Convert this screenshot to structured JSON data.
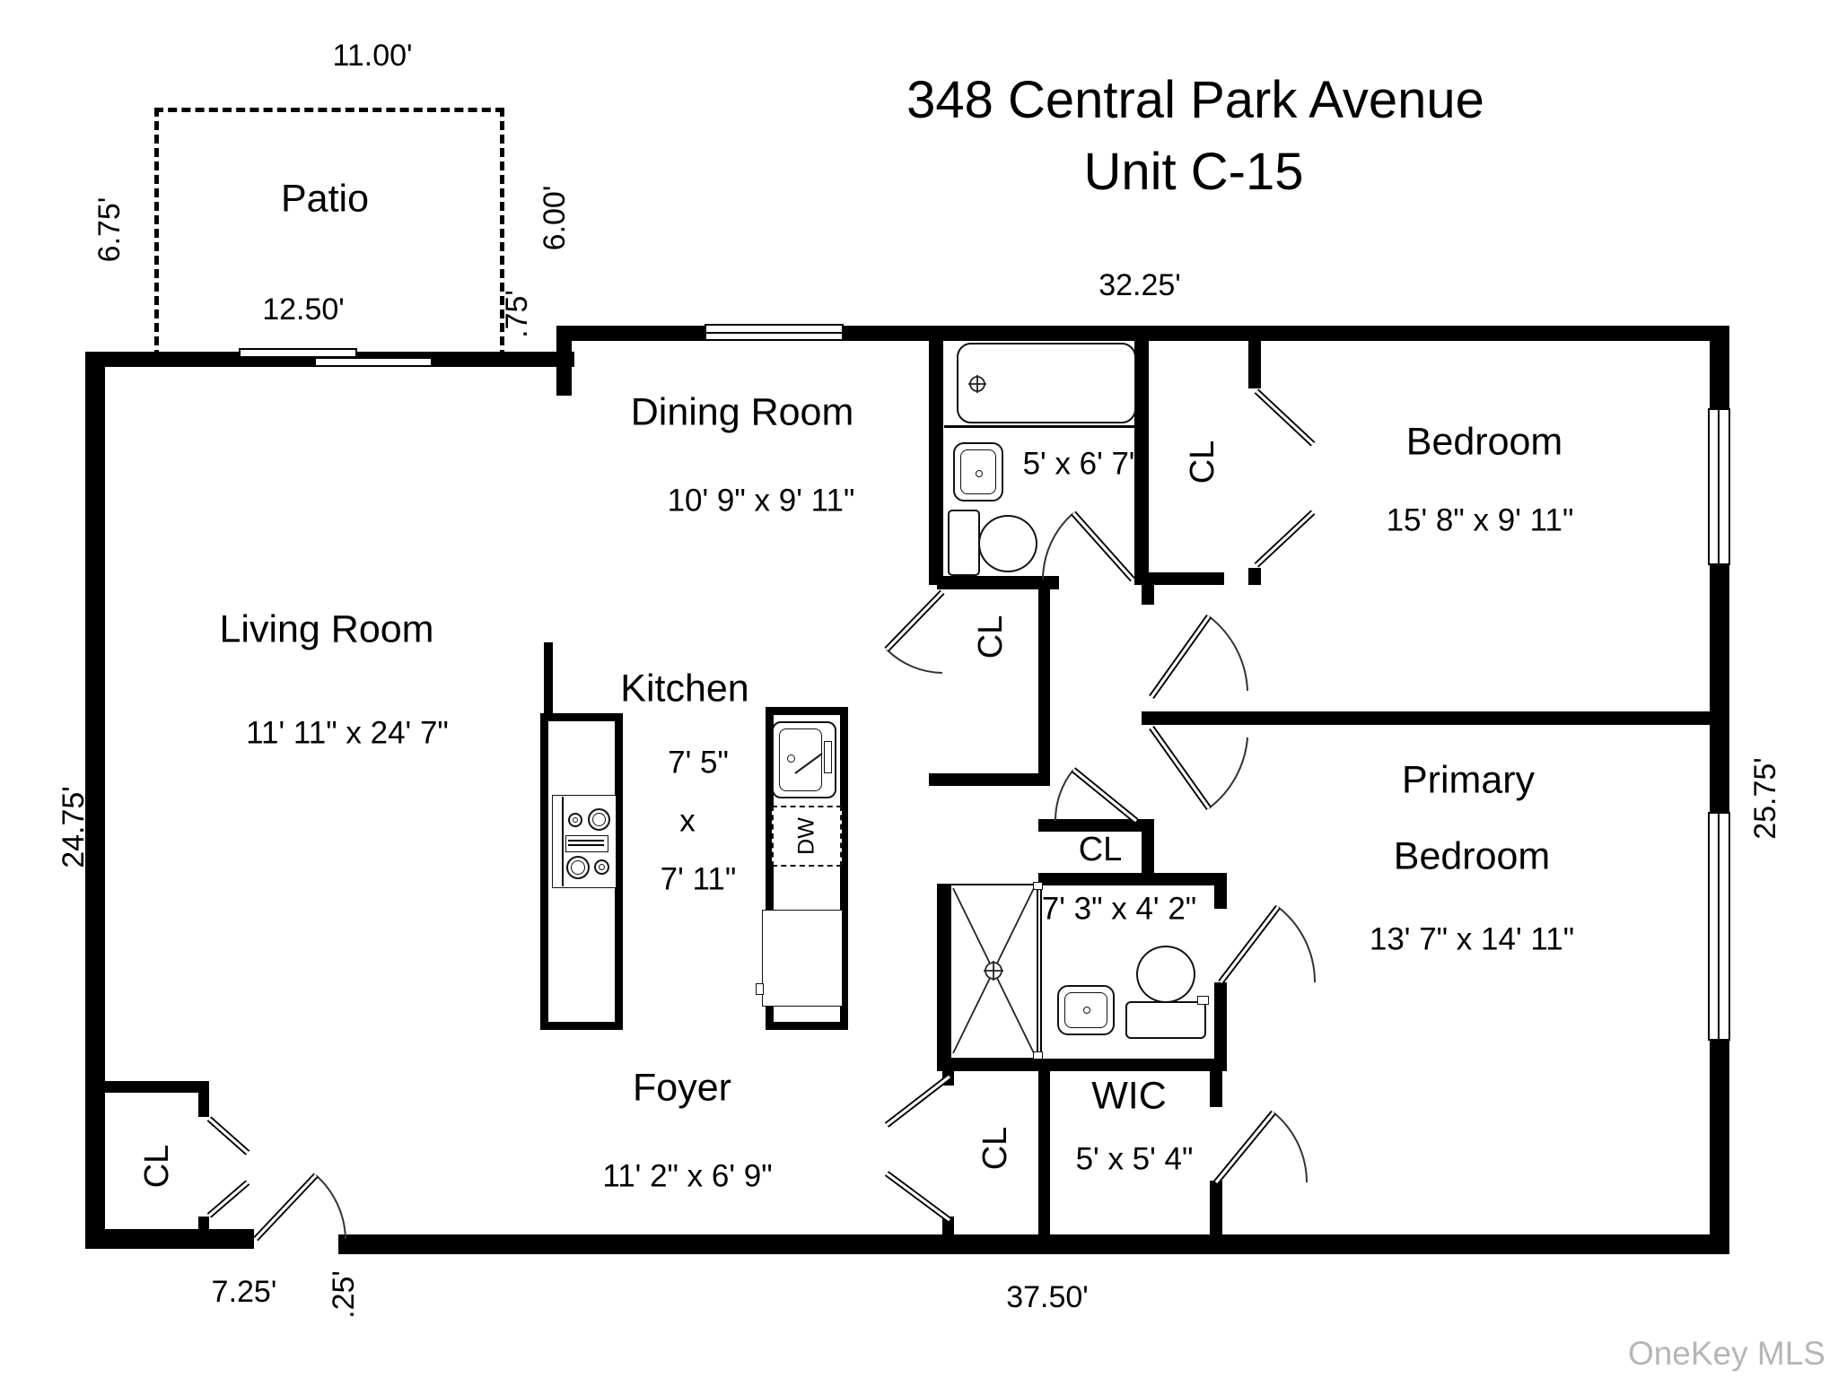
{
  "title": {
    "line1": "348 Central Park Avenue",
    "line2": "Unit C-15"
  },
  "watermark": "OneKey MLS",
  "plan": {
    "overall": {
      "top": "32.25'",
      "left": "24.75'",
      "right": "25.75'",
      "bottom": "37.50'",
      "bottom_left": "7.25'",
      "bottom_step": ".25'"
    },
    "patio": {
      "label": "Patio",
      "top": "11.00'",
      "left": "6.75'",
      "bottom": "12.50'",
      "right": "6.00'",
      "step": ".75'"
    },
    "dining": {
      "label": "Dining Room",
      "dims": "10' 9\" x 9' 11\""
    },
    "living": {
      "label": "Living Room",
      "dims": "11' 11\" x 24' 7\""
    },
    "kitchen": {
      "label": "Kitchen",
      "width": "7' 5\"",
      "sep": "x",
      "length": "7' 11\""
    },
    "foyer": {
      "label": "Foyer",
      "dims": "11' 2\" x 6' 9\""
    },
    "bedroom": {
      "label": "Bedroom",
      "dims": "15' 8\" x 9' 11\""
    },
    "primary": {
      "label1": "Primary",
      "label2": "Bedroom",
      "dims": "13' 7\" x 14' 11\""
    },
    "bath1": {
      "dims": "5' x 6' 7\""
    },
    "bath2": {
      "dims": "7' 3\" x 4' 2\""
    },
    "wic": {
      "label": "WIC",
      "dims": "5' x 5' 4\""
    },
    "closets": {
      "bedroom_closet": "CL",
      "hall_closet": "CL",
      "linen_closet": "CL",
      "entry_closet": "CL",
      "foyer_closet": "CL"
    },
    "appliances": {
      "dishwasher": "DW"
    }
  },
  "colors": {
    "wall": "#000000",
    "background": "#ffffff",
    "watermark": "#b6b6b9"
  }
}
